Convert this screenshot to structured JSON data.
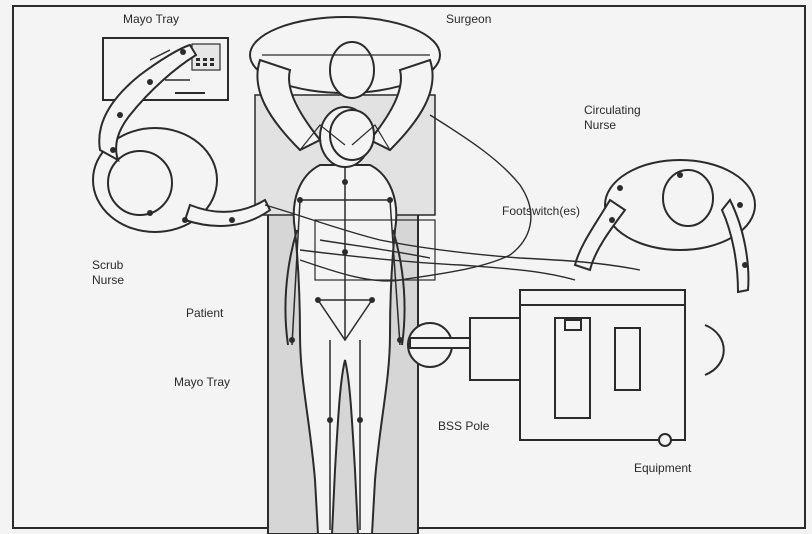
{
  "labels": {
    "mayo_tray_top": "Mayo Tray",
    "surgeon": "Surgeon",
    "circulating_nurse_1": "Circulating",
    "circulating_nurse_2": "Nurse",
    "footswitches": "Footswitch(es)",
    "scrub_nurse_1": "Scrub",
    "scrub_nurse_2": "Nurse",
    "patient": "Patient",
    "mayo_tray_bottom": "Mayo Tray",
    "bss_pole": "BSS Pole",
    "equipment": "Equipment"
  },
  "colors": {
    "line": "#2b2b2b",
    "table": "#d6d6d6",
    "background": "#f4f4f4"
  }
}
